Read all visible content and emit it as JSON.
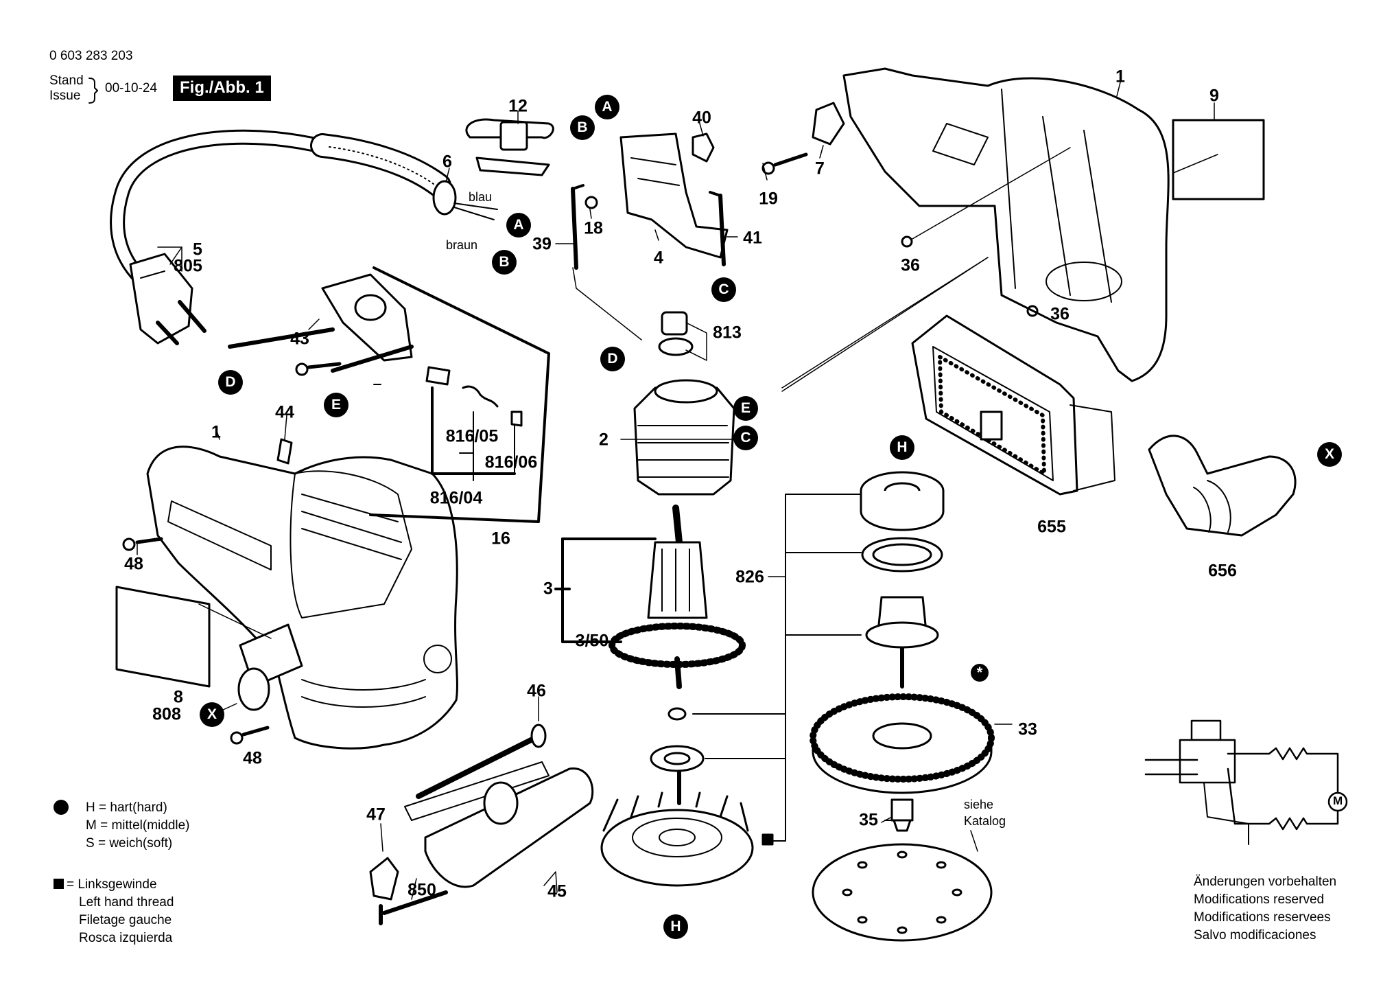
{
  "header": {
    "doc_number": "0 603 283 203",
    "stand_label": "Stand",
    "issue_label": "Issue",
    "date": "00-10-24",
    "figure_label": "Fig./Abb. 1"
  },
  "wire_colors": {
    "blue": "blau",
    "brown": "braun"
  },
  "part_labels": {
    "p1_top": "1",
    "p1_left": "1",
    "p2": "2",
    "p3": "3",
    "p3_50": "3/50",
    "p4": "4",
    "p5": "5",
    "p6": "6",
    "p7": "7",
    "p8": "8",
    "p9": "9",
    "p12": "12",
    "p16": "16",
    "p18": "18",
    "p19": "19",
    "p33": "33",
    "p35": "35",
    "p36_a": "36",
    "p36_b": "36",
    "p39": "39",
    "p40": "40",
    "p41": "41",
    "p43": "43",
    "p44": "44",
    "p45": "45",
    "p46": "46",
    "p47": "47",
    "p48_a": "48",
    "p48_b": "48",
    "p655": "655",
    "p656": "656",
    "p805": "805",
    "p808": "808",
    "p813": "813",
    "p816_04": "816/04",
    "p816_05": "816/05",
    "p816_06": "816/06",
    "p826": "826",
    "p850": "850"
  },
  "connectors": {
    "A": "A",
    "B": "B",
    "C": "C",
    "D": "D",
    "E": "E",
    "H": "H",
    "X": "X",
    "star": "*"
  },
  "catalog_note": {
    "line1": "siehe",
    "line2": "Katalog"
  },
  "hardness_legend": {
    "h": "H  =  hart(hard)",
    "m": "M  =  mittel(middle)",
    "s": "S  =  weich(soft)"
  },
  "thread_legend": {
    "line1": "= Linksgewinde",
    "line2": "Left hand thread",
    "line3": "Filetage gauche",
    "line4": "Rosca izquierda"
  },
  "modifications": {
    "line1": "Änderungen vorbehalten",
    "line2": "Modifications reserved",
    "line3": "Modifications reservees",
    "line4": "Salvo modificaciones"
  },
  "motor_symbol": "M"
}
